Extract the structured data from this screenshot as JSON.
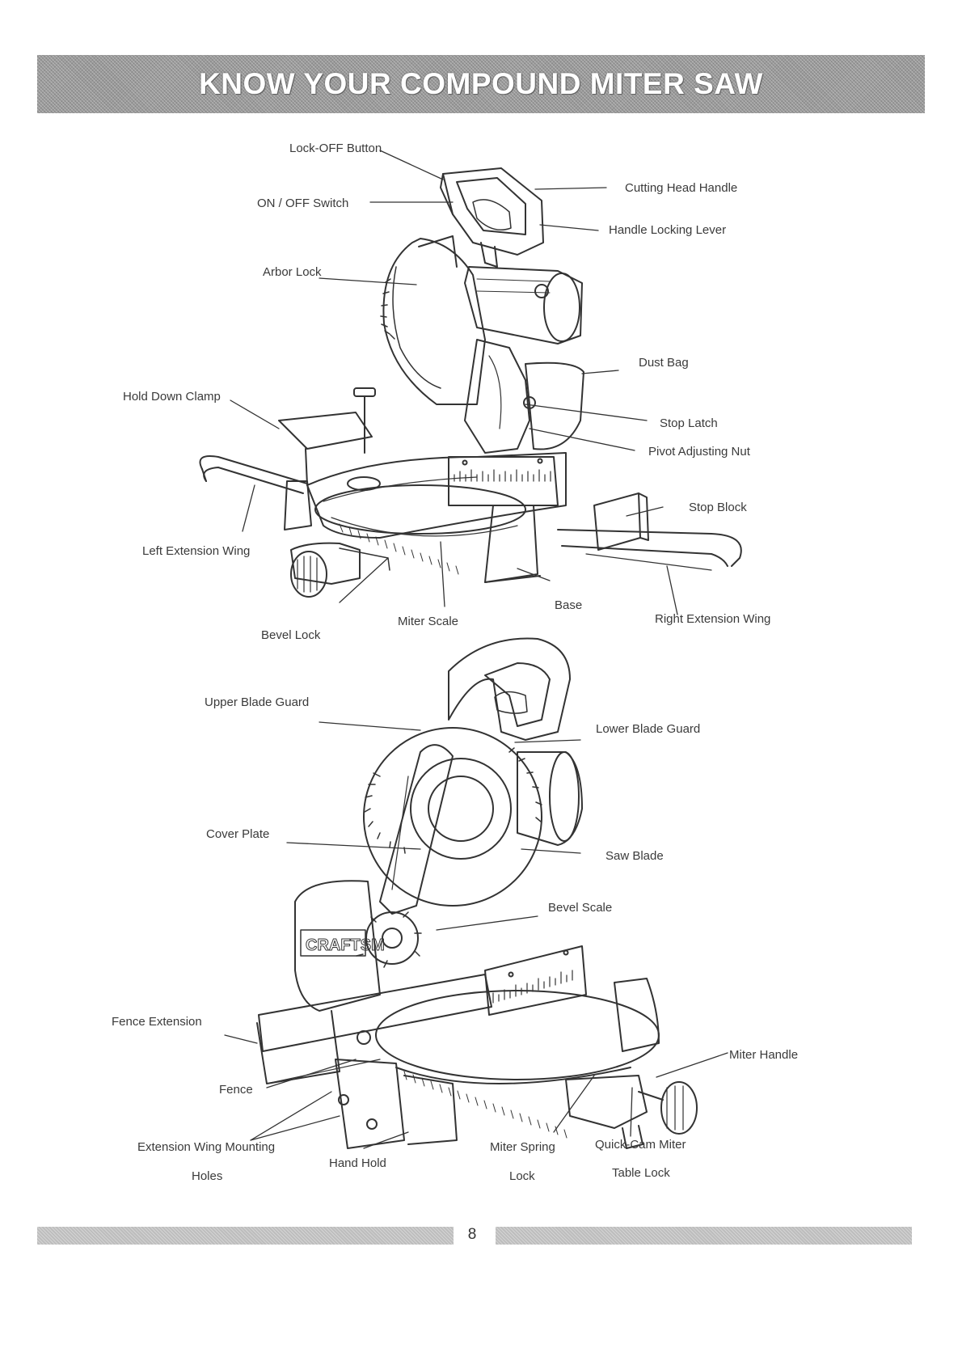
{
  "header": {
    "title": "KNOW YOUR COMPOUND MITER SAW"
  },
  "labels": {
    "lock_off_button": "Lock-OFF Button",
    "on_off_switch": "ON / OFF Switch",
    "cutting_head_handle": "Cutting Head Handle",
    "handle_locking_lever": "Handle Locking Lever",
    "arbor_lock": "Arbor Lock",
    "dust_bag": "Dust Bag",
    "hold_down_clamp": "Hold Down Clamp",
    "stop_latch": "Stop Latch",
    "pivot_adjusting_nut": "Pivot Adjusting Nut",
    "stop_block": "Stop Block",
    "left_extension_wing": "Left Extension Wing",
    "base": "Base",
    "miter_scale": "Miter Scale",
    "right_extension_wing": "Right Extension Wing",
    "bevel_lock": "Bevel Lock",
    "upper_blade_guard": "Upper Blade Guard",
    "lower_blade_guard": "Lower Blade Guard",
    "cover_plate": "Cover Plate",
    "saw_blade": "Saw Blade",
    "bevel_scale": "Bevel Scale",
    "fence_extension": "Fence Extension",
    "miter_handle": "Miter Handle",
    "fence": "Fence",
    "extension_wing_mounting": "Extension Wing Mounting",
    "holes": "Holes",
    "hand_hold": "Hand Hold",
    "miter_spring": "Miter Spring",
    "lock": "Lock",
    "quick_cam_miter": "Quick-Cam Miter",
    "table_lock": "Table Lock"
  },
  "footer": {
    "page_number": "8"
  },
  "brand": {
    "text": "CRAFTSM"
  },
  "colors": {
    "header_bg": "#9a9a9a",
    "ink": "#3a3a3a"
  }
}
